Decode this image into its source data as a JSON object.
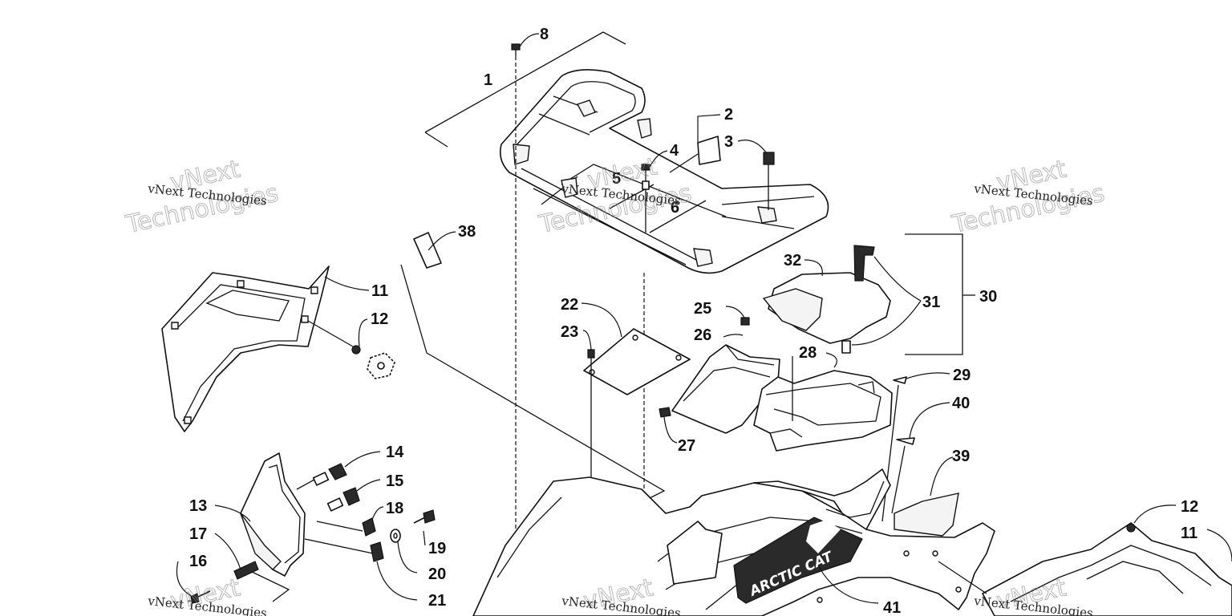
{
  "diagram": {
    "callouts": [
      "1",
      "2",
      "3",
      "4",
      "5",
      "6",
      "8",
      "11",
      "12",
      "13",
      "14",
      "15",
      "16",
      "17",
      "18",
      "19",
      "20",
      "21",
      "22",
      "23",
      "25",
      "26",
      "27",
      "28",
      "29",
      "30",
      "31",
      "32",
      "38",
      "39",
      "40",
      "41",
      "12",
      "11"
    ],
    "brand_decal_text": "ARCTIC CAT",
    "watermark": {
      "line1": "vNext Technologies",
      "line2_a": "vNext",
      "line2_b": "Technologies"
    }
  }
}
